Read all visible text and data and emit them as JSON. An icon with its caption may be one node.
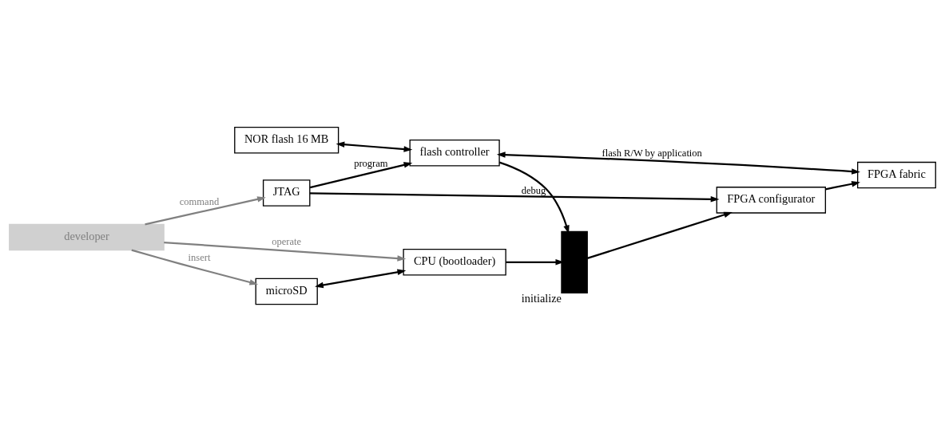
{
  "diagram": {
    "nodes": [
      {
        "text": [
          "NOR flash 16 MB"
        ]
      },
      {
        "text": [
          "flash controller"
        ]
      },
      {
        "text": [
          "FPGA fabric"
        ]
      },
      {
        "text": [],
        "shape": "trapezoid",
        "beside": [
          "initialize"
        ]
      },
      {
        "text": [
          "FPGA configurator"
        ]
      },
      {
        "text": [
          "microSD"
        ]
      },
      {
        "text": [
          "CPU (bootloader)"
        ]
      },
      {
        "text": [
          "JTAG"
        ]
      },
      {
        "text": [
          "developer"
        ]
      }
    ],
    "edges": [
      {
        "from": 0,
        "to": 1,
        "arrow": "both"
      },
      {
        "from": 1,
        "to": 2,
        "arrow": "both",
        "label": "flash R/W by application"
      },
      {
        "from": 7,
        "to": 1,
        "arrow": "to",
        "label": "program"
      },
      {
        "from": 1,
        "to": 3,
        "arrow": "to"
      },
      {
        "from": 6,
        "to": 3,
        "arrow": "to"
      },
      {
        "from": 3,
        "to": 4,
        "arrow": "to"
      },
      {
        "from": 4,
        "to": 2,
        "arrow": "to"
      },
      {
        "from": 7,
        "to": 4,
        "arrow": "to",
        "label": "debug"
      },
      {
        "from": 5,
        "to": 6,
        "arrow": "both"
      },
      {
        "from": 8,
        "to": 5,
        "arrow": "to",
        "label": "insert",
        "color": "#808080"
      },
      {
        "from": 8,
        "to": 6,
        "arrow": "to",
        "label": "operate",
        "color": "#808080"
      },
      {
        "from": 8,
        "to": 7,
        "arrow": "to",
        "label": "command",
        "color": "#808080"
      }
    ]
  }
}
